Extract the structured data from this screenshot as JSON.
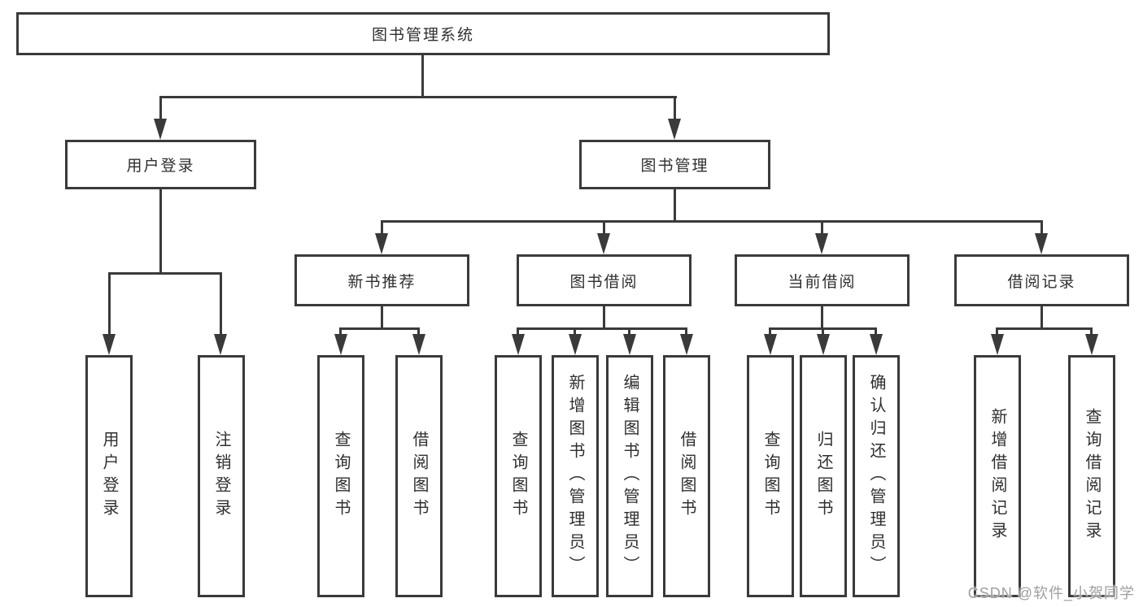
{
  "diagram": {
    "type": "tree",
    "title": "图书管理系统",
    "level2": [
      {
        "label": "用户登录",
        "children": [
          "用户登录",
          "注销登录"
        ]
      },
      {
        "label": "图书管理",
        "children": [
          "新书推荐",
          "图书借阅",
          "当前借阅",
          "借阅记录"
        ]
      }
    ],
    "level3": [
      {
        "label": "新书推荐",
        "children": [
          "查询图书",
          "借阅图书"
        ]
      },
      {
        "label": "图书借阅",
        "children": [
          "查询图书",
          "新增图书（管理员）",
          "编辑图书（管理员）",
          "借阅图书"
        ]
      },
      {
        "label": "当前借阅",
        "children": [
          "查询图书",
          "归还图书",
          "确认归还（管理员）"
        ]
      },
      {
        "label": "借阅记录",
        "children": [
          "新增借阅记录",
          "查询借阅记录"
        ]
      }
    ]
  },
  "watermark": {
    "text": "CSDN @软件_小贺同学"
  },
  "colors": {
    "stroke": "#3a3a3a",
    "text": "#2f2f2f",
    "watermark": "#9f9f9f",
    "background": "#ffffff"
  }
}
